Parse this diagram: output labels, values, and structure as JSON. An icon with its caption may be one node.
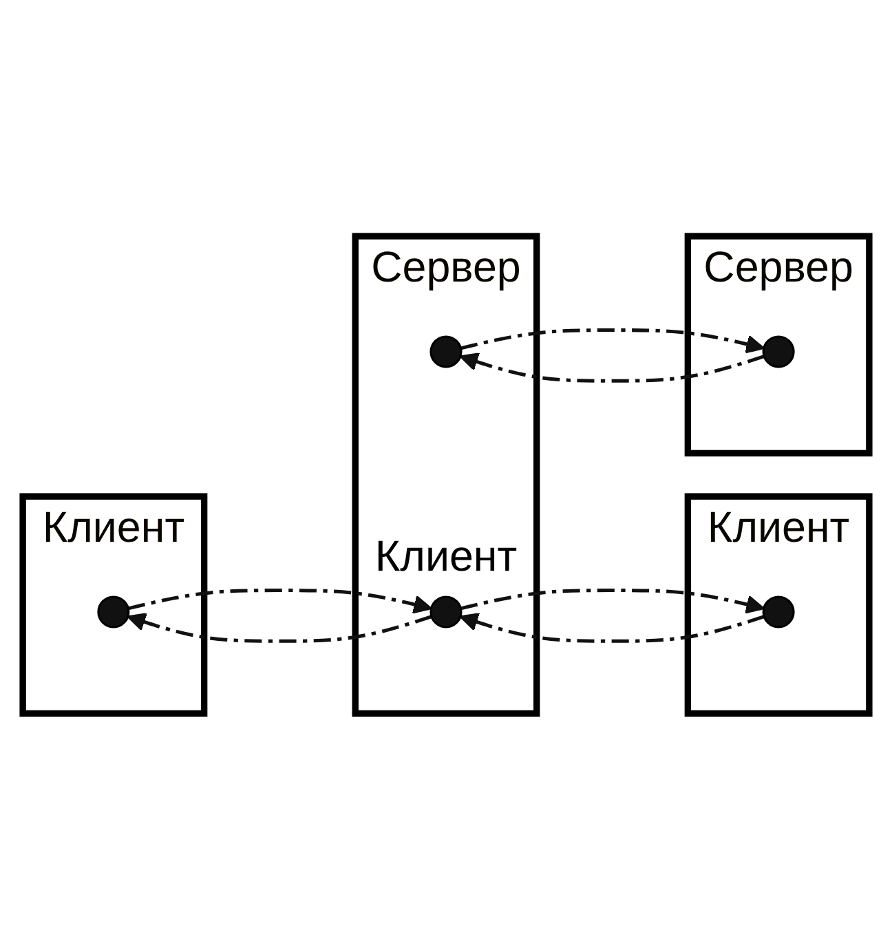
{
  "diagram": {
    "nodes": [
      {
        "text": [
          "Клиент"
        ]
      },
      {
        "text": [],
        "shape": "circle",
        "in": 0
      },
      {
        "text": [
          "Сервер"
        ]
      },
      {
        "text": [],
        "shape": "circle",
        "in": 2,
        "beside": [
          "Клиент"
        ]
      },
      {
        "text": [],
        "shape": "circle",
        "in": 2
      },
      {
        "text": [
          "Клиент"
        ]
      },
      {
        "text": [],
        "shape": "circle",
        "in": 5
      },
      {
        "text": [
          "Сервер"
        ]
      },
      {
        "text": [],
        "shape": "circle",
        "in": 7
      }
    ],
    "edges": [
      {
        "from": 1,
        "to": 3,
        "arrow": "to",
        "style": "dashed"
      },
      {
        "from": 3,
        "to": 1,
        "arrow": "to",
        "style": "dashed"
      },
      {
        "from": 6,
        "to": 3,
        "arrow": "to",
        "style": "dashed"
      },
      {
        "from": 3,
        "to": 6,
        "arrow": "to",
        "style": "dashed"
      },
      {
        "from": 4,
        "to": 8,
        "arrow": "to",
        "style": "dashed"
      },
      {
        "from": 8,
        "to": 4,
        "arrow": "to",
        "style": "dashed"
      }
    ]
  }
}
